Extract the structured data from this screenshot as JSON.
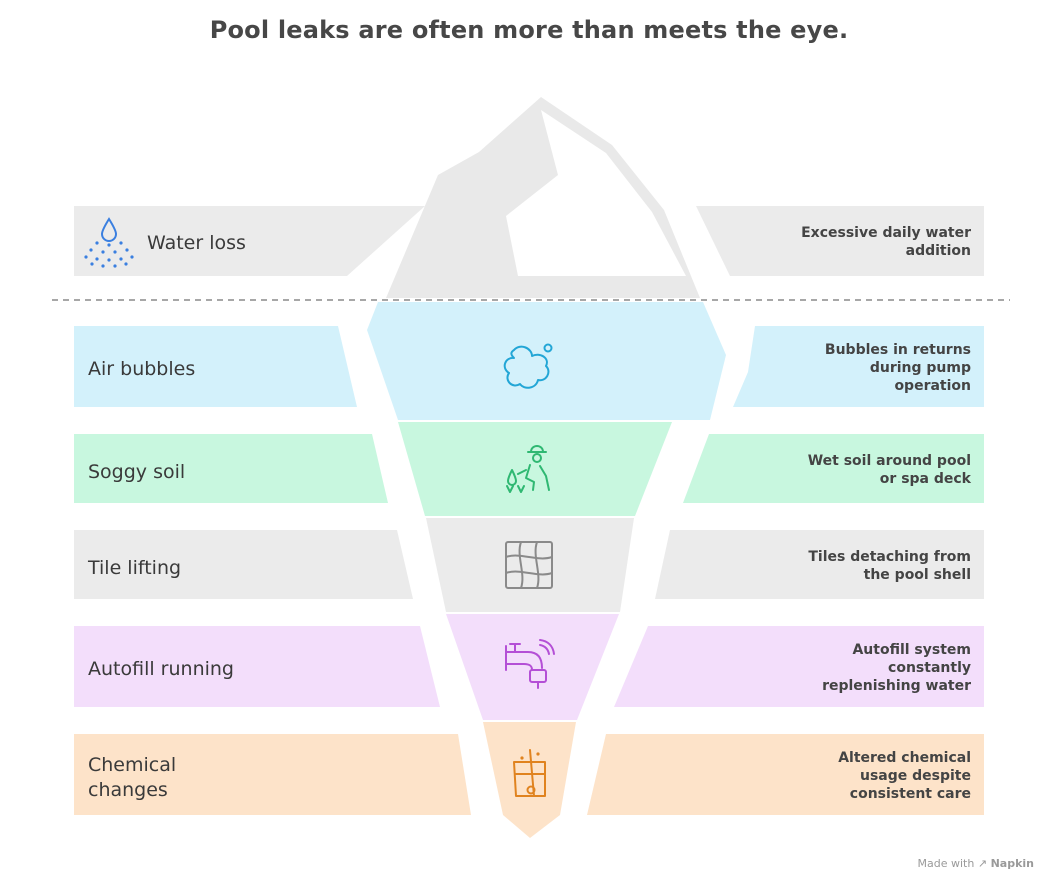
{
  "title": "Pool leaks are often more than meets the eye.",
  "levels": [
    {
      "label": "Water loss",
      "description_lines": [
        "Excessive daily water",
        "addition"
      ],
      "color": "#ebebeb",
      "icon": "water-drop-icon"
    },
    {
      "label": "Air bubbles",
      "description_lines": [
        "Bubbles in returns",
        "during pump",
        "operation"
      ],
      "color": "#d3f1fb",
      "icon": "bubbles-icon"
    },
    {
      "label": "Soggy soil",
      "description_lines": [
        "Wet soil around pool",
        "or spa deck"
      ],
      "color": "#c8f7df",
      "icon": "gardener-icon"
    },
    {
      "label": "Tile lifting",
      "description_lines": [
        "Tiles detaching from",
        "the pool shell"
      ],
      "color": "#ebebeb",
      "icon": "tiles-icon"
    },
    {
      "label": "Autofill running",
      "description_lines": [
        "Autofill system",
        "constantly",
        "replenishing water"
      ],
      "color": "#f3defb",
      "icon": "faucet-icon"
    },
    {
      "label_lines": [
        "Chemical",
        "changes"
      ],
      "description_lines": [
        "Altered chemical",
        "usage despite",
        "consistent care"
      ],
      "color": "#fde3c9",
      "icon": "beaker-icon"
    }
  ],
  "colors": {
    "icon_blue": "#3a7fe0",
    "icon_cyan": "#22a6d6",
    "icon_green": "#2fb872",
    "icon_gray": "#8a8a8a",
    "icon_purple": "#b44fd6",
    "icon_orange": "#e0831f"
  },
  "footer": {
    "prefix": "Made with",
    "brand": "Napkin"
  }
}
